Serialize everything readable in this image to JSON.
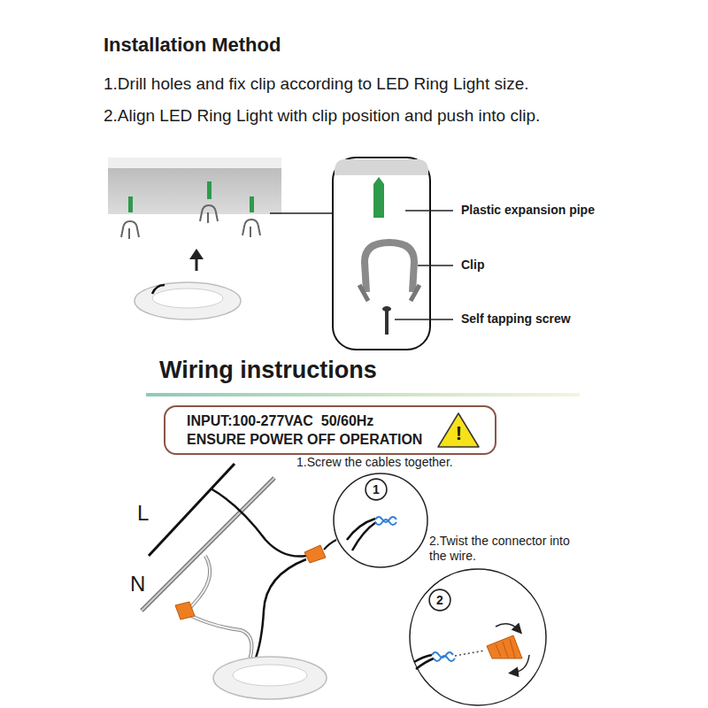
{
  "diagram": {
    "title": "Installation Method",
    "nodes": [
      {
        "text": [
          "INPUT:100-277VAC  50/60Hz",
          "ENSURE POWER OFF OPERATION"
        ]
      },
      {
        "text": [
          "!"
        ],
        "in": 0
      },
      {
        "text": [
          "1"
        ]
      },
      {
        "text": [
          "2"
        ]
      }
    ],
    "labels": [
      "1.Drill holes and fix clip according to LED Ring Light size.",
      "2.Align LED Ring Light with clip position and push into clip.",
      "Plastic expansion pipe",
      "Clip",
      "Self tapping screw",
      "Wiring instructions",
      "1.Screw the cables together.",
      "2.Twist the connector into the wire.",
      "L",
      "N"
    ]
  }
}
